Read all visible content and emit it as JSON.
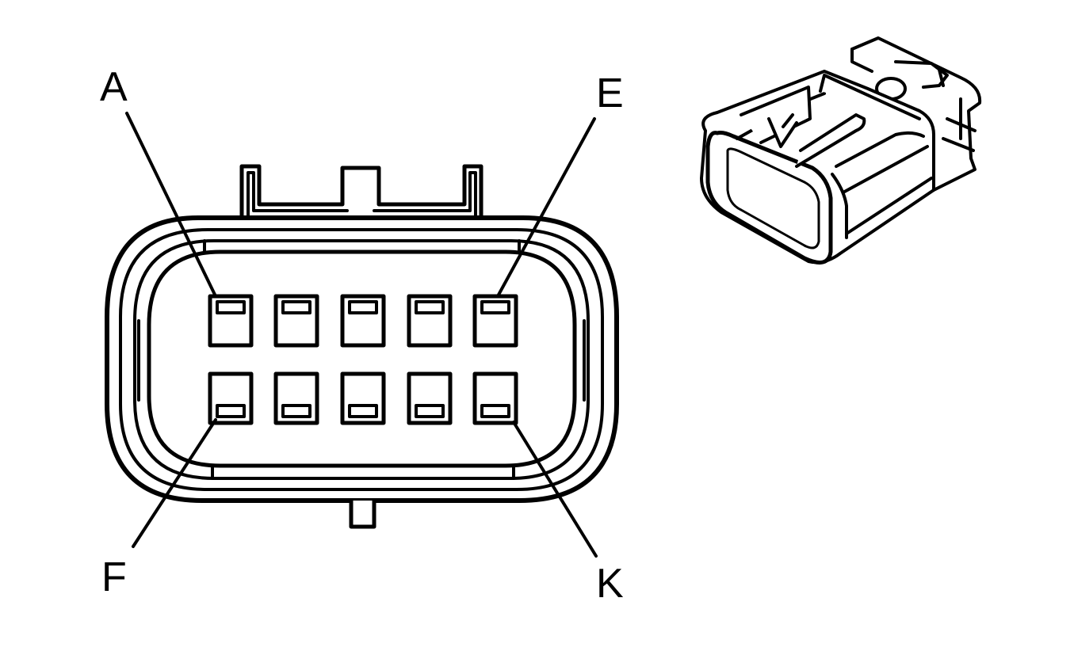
{
  "diagram": {
    "labels": {
      "a": "A",
      "e": "E",
      "f": "F",
      "k": "K"
    },
    "colors": {
      "stroke": "#000000",
      "background": "#ffffff"
    },
    "top_row_pin_count": 5,
    "bottom_row_pin_count": 5
  }
}
